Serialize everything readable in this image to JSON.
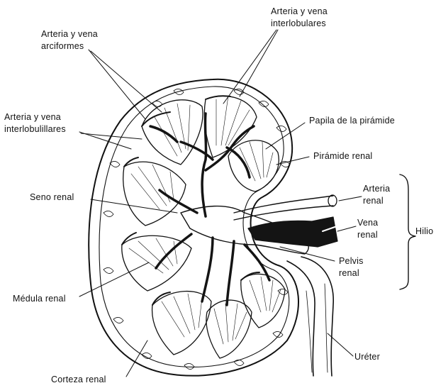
{
  "colors": {
    "ink": "#111111",
    "paper": "#ffffff",
    "vessel": "#141414"
  },
  "labels": {
    "interlobulares": {
      "line1": "Arteria   y   vena",
      "line2": "interlobulares"
    },
    "arciformes": {
      "line1": "Arteria   y   vena",
      "line2": "arciformes"
    },
    "interlobulillares": {
      "line1": "Arteria   y   vena",
      "line2": "interlobulillares"
    },
    "papila": "Papila   de   la   pirámide",
    "piramide": "Pirámide     renal",
    "seno": "Seno     renal",
    "arteria_renal": {
      "line1": "Arteria",
      "line2": "renal"
    },
    "vena_renal": {
      "line1": "Vena",
      "line2": "renal"
    },
    "hilio": "Hilio",
    "pelvis": {
      "line1": "Pelvis",
      "line2": "renal"
    },
    "medula": "Médula     renal",
    "ureter": "Uréter",
    "corteza": "Corteza     renal"
  }
}
